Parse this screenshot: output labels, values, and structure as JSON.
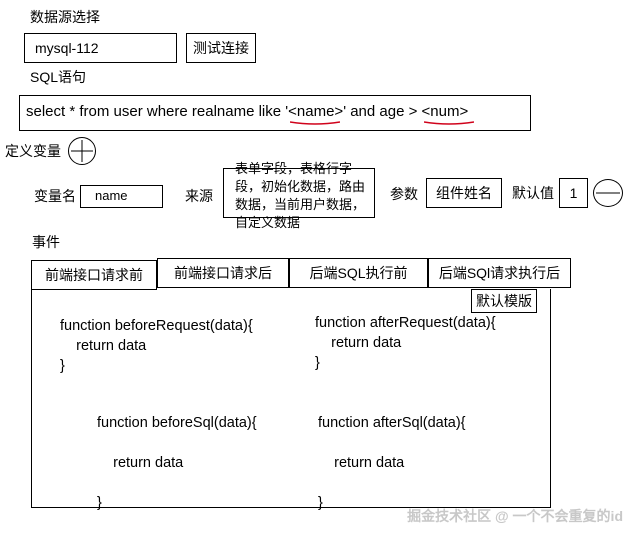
{
  "datasource": {
    "label": "数据源选择",
    "value": "mysql-112",
    "test_button": "测试连接"
  },
  "sql": {
    "label": "SQL语句",
    "prefix": "select * from user where realname like '",
    "param1": "<name>",
    "middle": "' and age > ",
    "param2": "<num>",
    "underline_color": "#d0021b"
  },
  "variables": {
    "label": "定义变量",
    "add_icon": "plus-circle-icon",
    "remove_icon": "minus-circle-icon",
    "name_label": "变量名",
    "name_value": "name",
    "source_label": "来源",
    "source_options": "表单字段，表格行字段，初始化数据，路由数据，当前用户数据，自定义数据",
    "param_label": "参数",
    "param_value": "组件姓名",
    "default_label": "默认值",
    "default_value": "1"
  },
  "events": {
    "label": "事件",
    "tabs": [
      "前端接口请求前",
      "前端接口请求后",
      "后端SQL执行前",
      "后端SQl请求执行后"
    ],
    "default_template_button": "默认模版",
    "code": {
      "before_request": "function beforeRequest(data){\n    return data\n}",
      "after_request": "function afterRequest(data){\n    return data\n}",
      "before_sql": "function beforeSql(data){\n\n    return data\n\n}",
      "after_sql": "function afterSql(data){\n\n    return data\n\n}"
    }
  },
  "watermark": "掘金技术社区 @ 一个不会重复的id"
}
